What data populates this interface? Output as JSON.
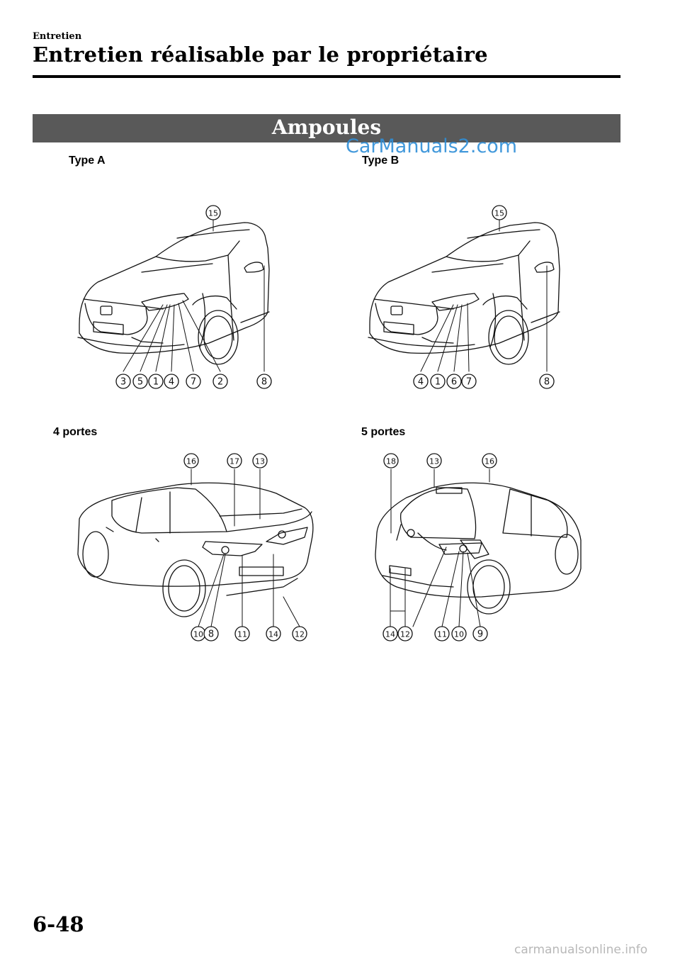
{
  "header": {
    "chapter": "Entretien",
    "title": "Entretien réalisable par le propriétaire"
  },
  "section": {
    "title": "Ampoules"
  },
  "watermark": "CarManuals2.com",
  "figures": {
    "type_a": {
      "label": "Type A",
      "top_callouts": [
        "15"
      ],
      "bottom_callouts": [
        "3",
        "5",
        "1",
        "4",
        "7",
        "2",
        "8"
      ]
    },
    "type_b": {
      "label": "Type B",
      "top_callouts": [
        "15"
      ],
      "bottom_callouts": [
        "4",
        "1",
        "6",
        "7",
        "8"
      ]
    },
    "four_door": {
      "label": "4 portes",
      "top_callouts": [
        "16",
        "17",
        "13"
      ],
      "bottom_callouts": [
        "10",
        "8",
        "11",
        "14",
        "12"
      ]
    },
    "five_door": {
      "label": "5 portes",
      "top_callouts": [
        "18",
        "13",
        "16"
      ],
      "bottom_callouts": [
        "14",
        "12",
        "11",
        "10",
        "9"
      ]
    }
  },
  "page_number": "6-48",
  "footer_watermark": "carmanualsonline.info"
}
